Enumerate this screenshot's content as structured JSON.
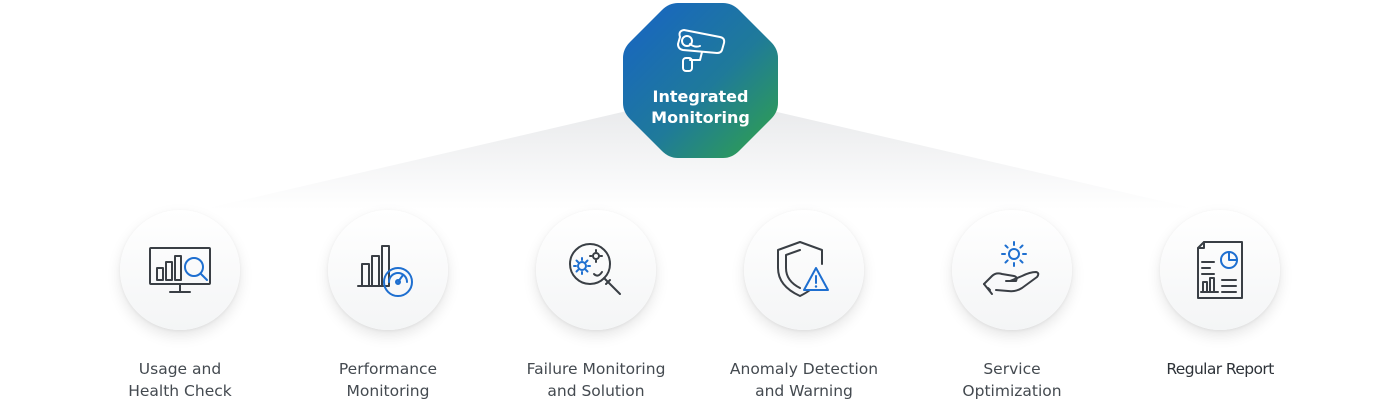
{
  "center": {
    "icon": "cctv-camera-icon",
    "title_line1": "Integrated",
    "title_line2": "Monitoring",
    "gradient": [
      "#1565c0",
      "#2e9e4a"
    ]
  },
  "items": [
    {
      "icon": "monitor-chart-search-icon",
      "line1": "Usage and",
      "line2": "Health Check"
    },
    {
      "icon": "bar-chart-gauge-icon",
      "line1": "Performance",
      "line2": "Monitoring"
    },
    {
      "icon": "gear-magnifier-icon",
      "line1": "Failure Monitoring",
      "line2": "and Solution"
    },
    {
      "icon": "shield-warning-icon",
      "line1": "Anomaly Detection",
      "line2": "and Warning"
    },
    {
      "icon": "hand-gear-icon",
      "line1": "Service",
      "line2": "Optimization"
    },
    {
      "icon": "report-document-icon",
      "line1": "Regular Report",
      "line2": ""
    }
  ],
  "colors": {
    "icon_stroke": "#3a3f45",
    "icon_accent": "#1e6fd0",
    "label": "#444a50"
  }
}
